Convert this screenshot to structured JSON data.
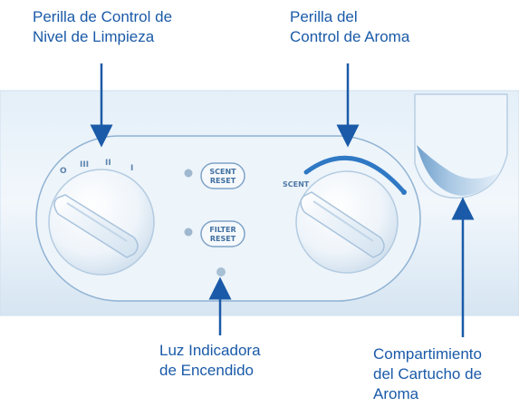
{
  "labels": {
    "cleaning_knob": {
      "line1": "Perilla de Control de",
      "line2": "Nivel de Limpieza"
    },
    "scent_knob": {
      "line1": "Perilla del",
      "line2": "Control de Aroma"
    },
    "power_light": {
      "line1": "Luz Indicadora",
      "line2": "de Encendido"
    },
    "cartridge": {
      "line1": "Compartimiento",
      "line2": "del Cartucho de",
      "line3": "Aroma"
    }
  },
  "panel": {
    "scent_reset": {
      "line1": "SCENT",
      "line2": "RESET"
    },
    "filter_reset": {
      "line1": "FILTER",
      "line2": "RESET"
    },
    "scent_dial_label": "SCENT",
    "speed_marks": [
      "O",
      "III",
      "II",
      "I"
    ]
  },
  "colors": {
    "label_text": "#1a5aa8",
    "arrow": "#1a5aa8",
    "panel_bg": "#dbe9f5",
    "scent_arc": "#2f78c4"
  }
}
